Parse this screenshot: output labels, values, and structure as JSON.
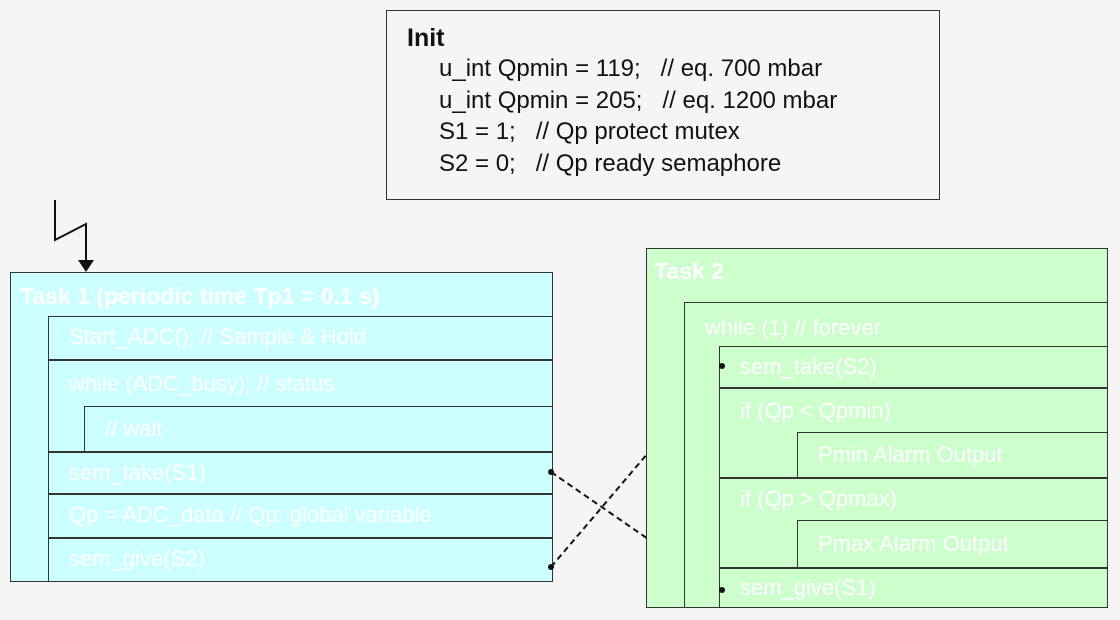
{
  "init": {
    "title": "Init",
    "lines": [
      "u_int Qpmin = 119;   // eq. 700 mbar",
      "u_int Qpmin = 205;   // eq. 1200 mbar",
      "S1 = 1;   // Qp protect mutex",
      "S2 = 0;   // Qp ready semaphore"
    ]
  },
  "task1": {
    "title": "Task 1 (periodic time Tp1 = 0.1 s)",
    "rows": [
      "Start_ADC();  // Sample & Hold",
      "while (ADC_busy); // status",
      "// wait",
      "sem_take(S1)",
      "Qp = ADC_data   // Qp: global variable",
      "sem_give(S2)"
    ]
  },
  "task2": {
    "title": "Task 2",
    "loop": "while (1)  // forever",
    "rows": [
      "sem_take(S2)",
      "if (Qp < Qpmin)",
      "Pmin Alarm Output",
      "if (Qp > Qpmax)",
      "Pmax Alarm Output",
      "sem_give(S1)"
    ]
  },
  "colors": {
    "task1_bg": "#ccffff",
    "task2_bg": "#ccffcc",
    "border": "#333333",
    "text_on_task": "#ffffff"
  }
}
